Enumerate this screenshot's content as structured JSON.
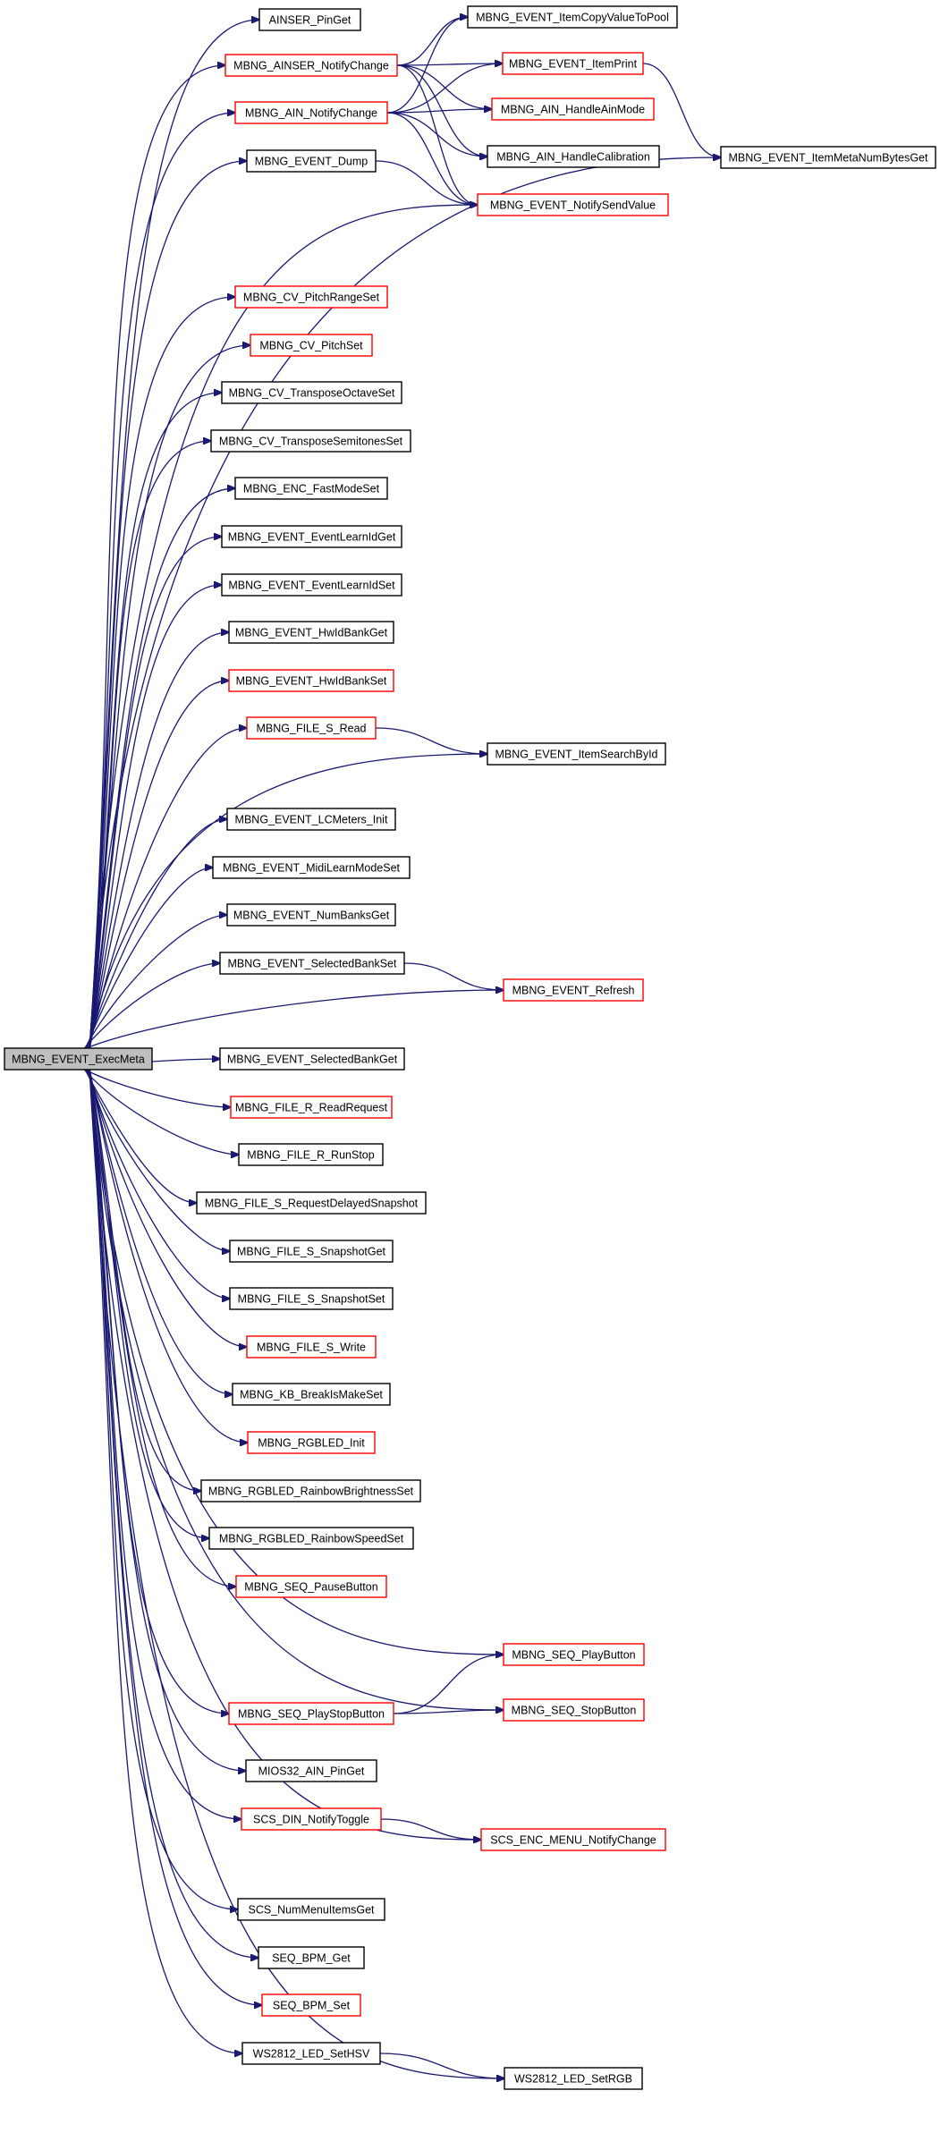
{
  "colors": {
    "edge": "#191970",
    "box_default": "#000000",
    "box_truncated": "#ff0000",
    "root_fill": "#bfbfbf",
    "text": "#000000"
  },
  "graph": {
    "root": "MBNG_EVENT_ExecMeta",
    "nodes": [
      {
        "id": "n0",
        "label": "MBNG_EVENT_ExecMeta",
        "border": "root"
      },
      {
        "id": "n1",
        "label": "AINSER_PinGet",
        "border": "black"
      },
      {
        "id": "n2",
        "label": "MBNG_AINSER_NotifyChange",
        "border": "red"
      },
      {
        "id": "n3",
        "label": "MBNG_AIN_NotifyChange",
        "border": "red"
      },
      {
        "id": "n4",
        "label": "MBNG_EVENT_Dump",
        "border": "black"
      },
      {
        "id": "n5",
        "label": "MBNG_EVENT_ItemCopyValueToPool",
        "border": "black"
      },
      {
        "id": "n6",
        "label": "MBNG_EVENT_ItemPrint",
        "border": "red"
      },
      {
        "id": "n7",
        "label": "MBNG_AIN_HandleAinMode",
        "border": "red"
      },
      {
        "id": "n8",
        "label": "MBNG_AIN_HandleCalibration",
        "border": "black"
      },
      {
        "id": "n9",
        "label": "MBNG_EVENT_NotifySendValue",
        "border": "red"
      },
      {
        "id": "n10",
        "label": "MBNG_EVENT_ItemMetaNumBytesGet",
        "border": "black"
      },
      {
        "id": "n11",
        "label": "MBNG_CV_PitchRangeSet",
        "border": "red"
      },
      {
        "id": "n12",
        "label": "MBNG_CV_PitchSet",
        "border": "red"
      },
      {
        "id": "n13",
        "label": "MBNG_CV_TransposeOctaveSet",
        "border": "black"
      },
      {
        "id": "n14",
        "label": "MBNG_CV_TransposeSemitonesSet",
        "border": "black"
      },
      {
        "id": "n15",
        "label": "MBNG_ENC_FastModeSet",
        "border": "black"
      },
      {
        "id": "n16",
        "label": "MBNG_EVENT_EventLearnIdGet",
        "border": "black"
      },
      {
        "id": "n17",
        "label": "MBNG_EVENT_EventLearnIdSet",
        "border": "black"
      },
      {
        "id": "n18",
        "label": "MBNG_EVENT_HwIdBankGet",
        "border": "black"
      },
      {
        "id": "n19",
        "label": "MBNG_EVENT_HwIdBankSet",
        "border": "red"
      },
      {
        "id": "n20",
        "label": "MBNG_FILE_S_Read",
        "border": "red"
      },
      {
        "id": "n21",
        "label": "MBNG_EVENT_ItemSearchById",
        "border": "black"
      },
      {
        "id": "n22",
        "label": "MBNG_EVENT_LCMeters_Init",
        "border": "black"
      },
      {
        "id": "n23",
        "label": "MBNG_EVENT_MidiLearnModeSet",
        "border": "black"
      },
      {
        "id": "n24",
        "label": "MBNG_EVENT_NumBanksGet",
        "border": "black"
      },
      {
        "id": "n25",
        "label": "MBNG_EVENT_SelectedBankSet",
        "border": "black"
      },
      {
        "id": "n26",
        "label": "MBNG_EVENT_Refresh",
        "border": "red"
      },
      {
        "id": "n27",
        "label": "MBNG_EVENT_SelectedBankGet",
        "border": "black"
      },
      {
        "id": "n28",
        "label": "MBNG_FILE_R_ReadRequest",
        "border": "red"
      },
      {
        "id": "n29",
        "label": "MBNG_FILE_R_RunStop",
        "border": "black"
      },
      {
        "id": "n30",
        "label": "MBNG_FILE_S_RequestDelayedSnapshot",
        "border": "black"
      },
      {
        "id": "n31",
        "label": "MBNG_FILE_S_SnapshotGet",
        "border": "black"
      },
      {
        "id": "n32",
        "label": "MBNG_FILE_S_SnapshotSet",
        "border": "black"
      },
      {
        "id": "n33",
        "label": "MBNG_FILE_S_Write",
        "border": "red"
      },
      {
        "id": "n34",
        "label": "MBNG_KB_BreakIsMakeSet",
        "border": "black"
      },
      {
        "id": "n35",
        "label": "MBNG_RGBLED_Init",
        "border": "red"
      },
      {
        "id": "n36",
        "label": "MBNG_RGBLED_RainbowBrightnessSet",
        "border": "black"
      },
      {
        "id": "n37",
        "label": "MBNG_RGBLED_RainbowSpeedSet",
        "border": "black"
      },
      {
        "id": "n38",
        "label": "MBNG_SEQ_PauseButton",
        "border": "red"
      },
      {
        "id": "n39",
        "label": "MBNG_SEQ_PlayButton",
        "border": "red"
      },
      {
        "id": "n40",
        "label": "MBNG_SEQ_PlayStopButton",
        "border": "red"
      },
      {
        "id": "n41",
        "label": "MBNG_SEQ_StopButton",
        "border": "red"
      },
      {
        "id": "n42",
        "label": "MIOS32_AIN_PinGet",
        "border": "black"
      },
      {
        "id": "n43",
        "label": "SCS_DIN_NotifyToggle",
        "border": "red"
      },
      {
        "id": "n44",
        "label": "SCS_ENC_MENU_NotifyChange",
        "border": "red"
      },
      {
        "id": "n45",
        "label": "SCS_NumMenuItemsGet",
        "border": "black"
      },
      {
        "id": "n46",
        "label": "SEQ_BPM_Get",
        "border": "black"
      },
      {
        "id": "n47",
        "label": "SEQ_BPM_Set",
        "border": "red"
      },
      {
        "id": "n48",
        "label": "WS2812_LED_SetHSV",
        "border": "black"
      },
      {
        "id": "n49",
        "label": "WS2812_LED_SetRGB",
        "border": "black"
      }
    ],
    "edges": [
      [
        "n0",
        "n1"
      ],
      [
        "n0",
        "n2"
      ],
      [
        "n0",
        "n3"
      ],
      [
        "n0",
        "n4"
      ],
      [
        "n0",
        "n9"
      ],
      [
        "n0",
        "n10"
      ],
      [
        "n0",
        "n11"
      ],
      [
        "n0",
        "n12"
      ],
      [
        "n0",
        "n13"
      ],
      [
        "n0",
        "n14"
      ],
      [
        "n0",
        "n15"
      ],
      [
        "n0",
        "n16"
      ],
      [
        "n0",
        "n17"
      ],
      [
        "n0",
        "n18"
      ],
      [
        "n0",
        "n19"
      ],
      [
        "n0",
        "n20"
      ],
      [
        "n0",
        "n21"
      ],
      [
        "n0",
        "n22"
      ],
      [
        "n0",
        "n23"
      ],
      [
        "n0",
        "n24"
      ],
      [
        "n0",
        "n25"
      ],
      [
        "n0",
        "n26"
      ],
      [
        "n0",
        "n27"
      ],
      [
        "n0",
        "n28"
      ],
      [
        "n0",
        "n29"
      ],
      [
        "n0",
        "n30"
      ],
      [
        "n0",
        "n31"
      ],
      [
        "n0",
        "n32"
      ],
      [
        "n0",
        "n33"
      ],
      [
        "n0",
        "n34"
      ],
      [
        "n0",
        "n35"
      ],
      [
        "n0",
        "n36"
      ],
      [
        "n0",
        "n37"
      ],
      [
        "n0",
        "n38"
      ],
      [
        "n0",
        "n39"
      ],
      [
        "n0",
        "n40"
      ],
      [
        "n0",
        "n41"
      ],
      [
        "n0",
        "n42"
      ],
      [
        "n0",
        "n43"
      ],
      [
        "n0",
        "n44"
      ],
      [
        "n0",
        "n45"
      ],
      [
        "n0",
        "n46"
      ],
      [
        "n0",
        "n47"
      ],
      [
        "n0",
        "n48"
      ],
      [
        "n0",
        "n49"
      ],
      [
        "n2",
        "n5"
      ],
      [
        "n2",
        "n6"
      ],
      [
        "n2",
        "n7"
      ],
      [
        "n2",
        "n8"
      ],
      [
        "n2",
        "n9"
      ],
      [
        "n3",
        "n5"
      ],
      [
        "n3",
        "n6"
      ],
      [
        "n3",
        "n7"
      ],
      [
        "n3",
        "n8"
      ],
      [
        "n3",
        "n9"
      ],
      [
        "n4",
        "n9"
      ],
      [
        "n6",
        "n10"
      ],
      [
        "n20",
        "n21"
      ],
      [
        "n25",
        "n26"
      ],
      [
        "n40",
        "n39"
      ],
      [
        "n40",
        "n41"
      ],
      [
        "n43",
        "n44"
      ],
      [
        "n48",
        "n49"
      ]
    ]
  }
}
